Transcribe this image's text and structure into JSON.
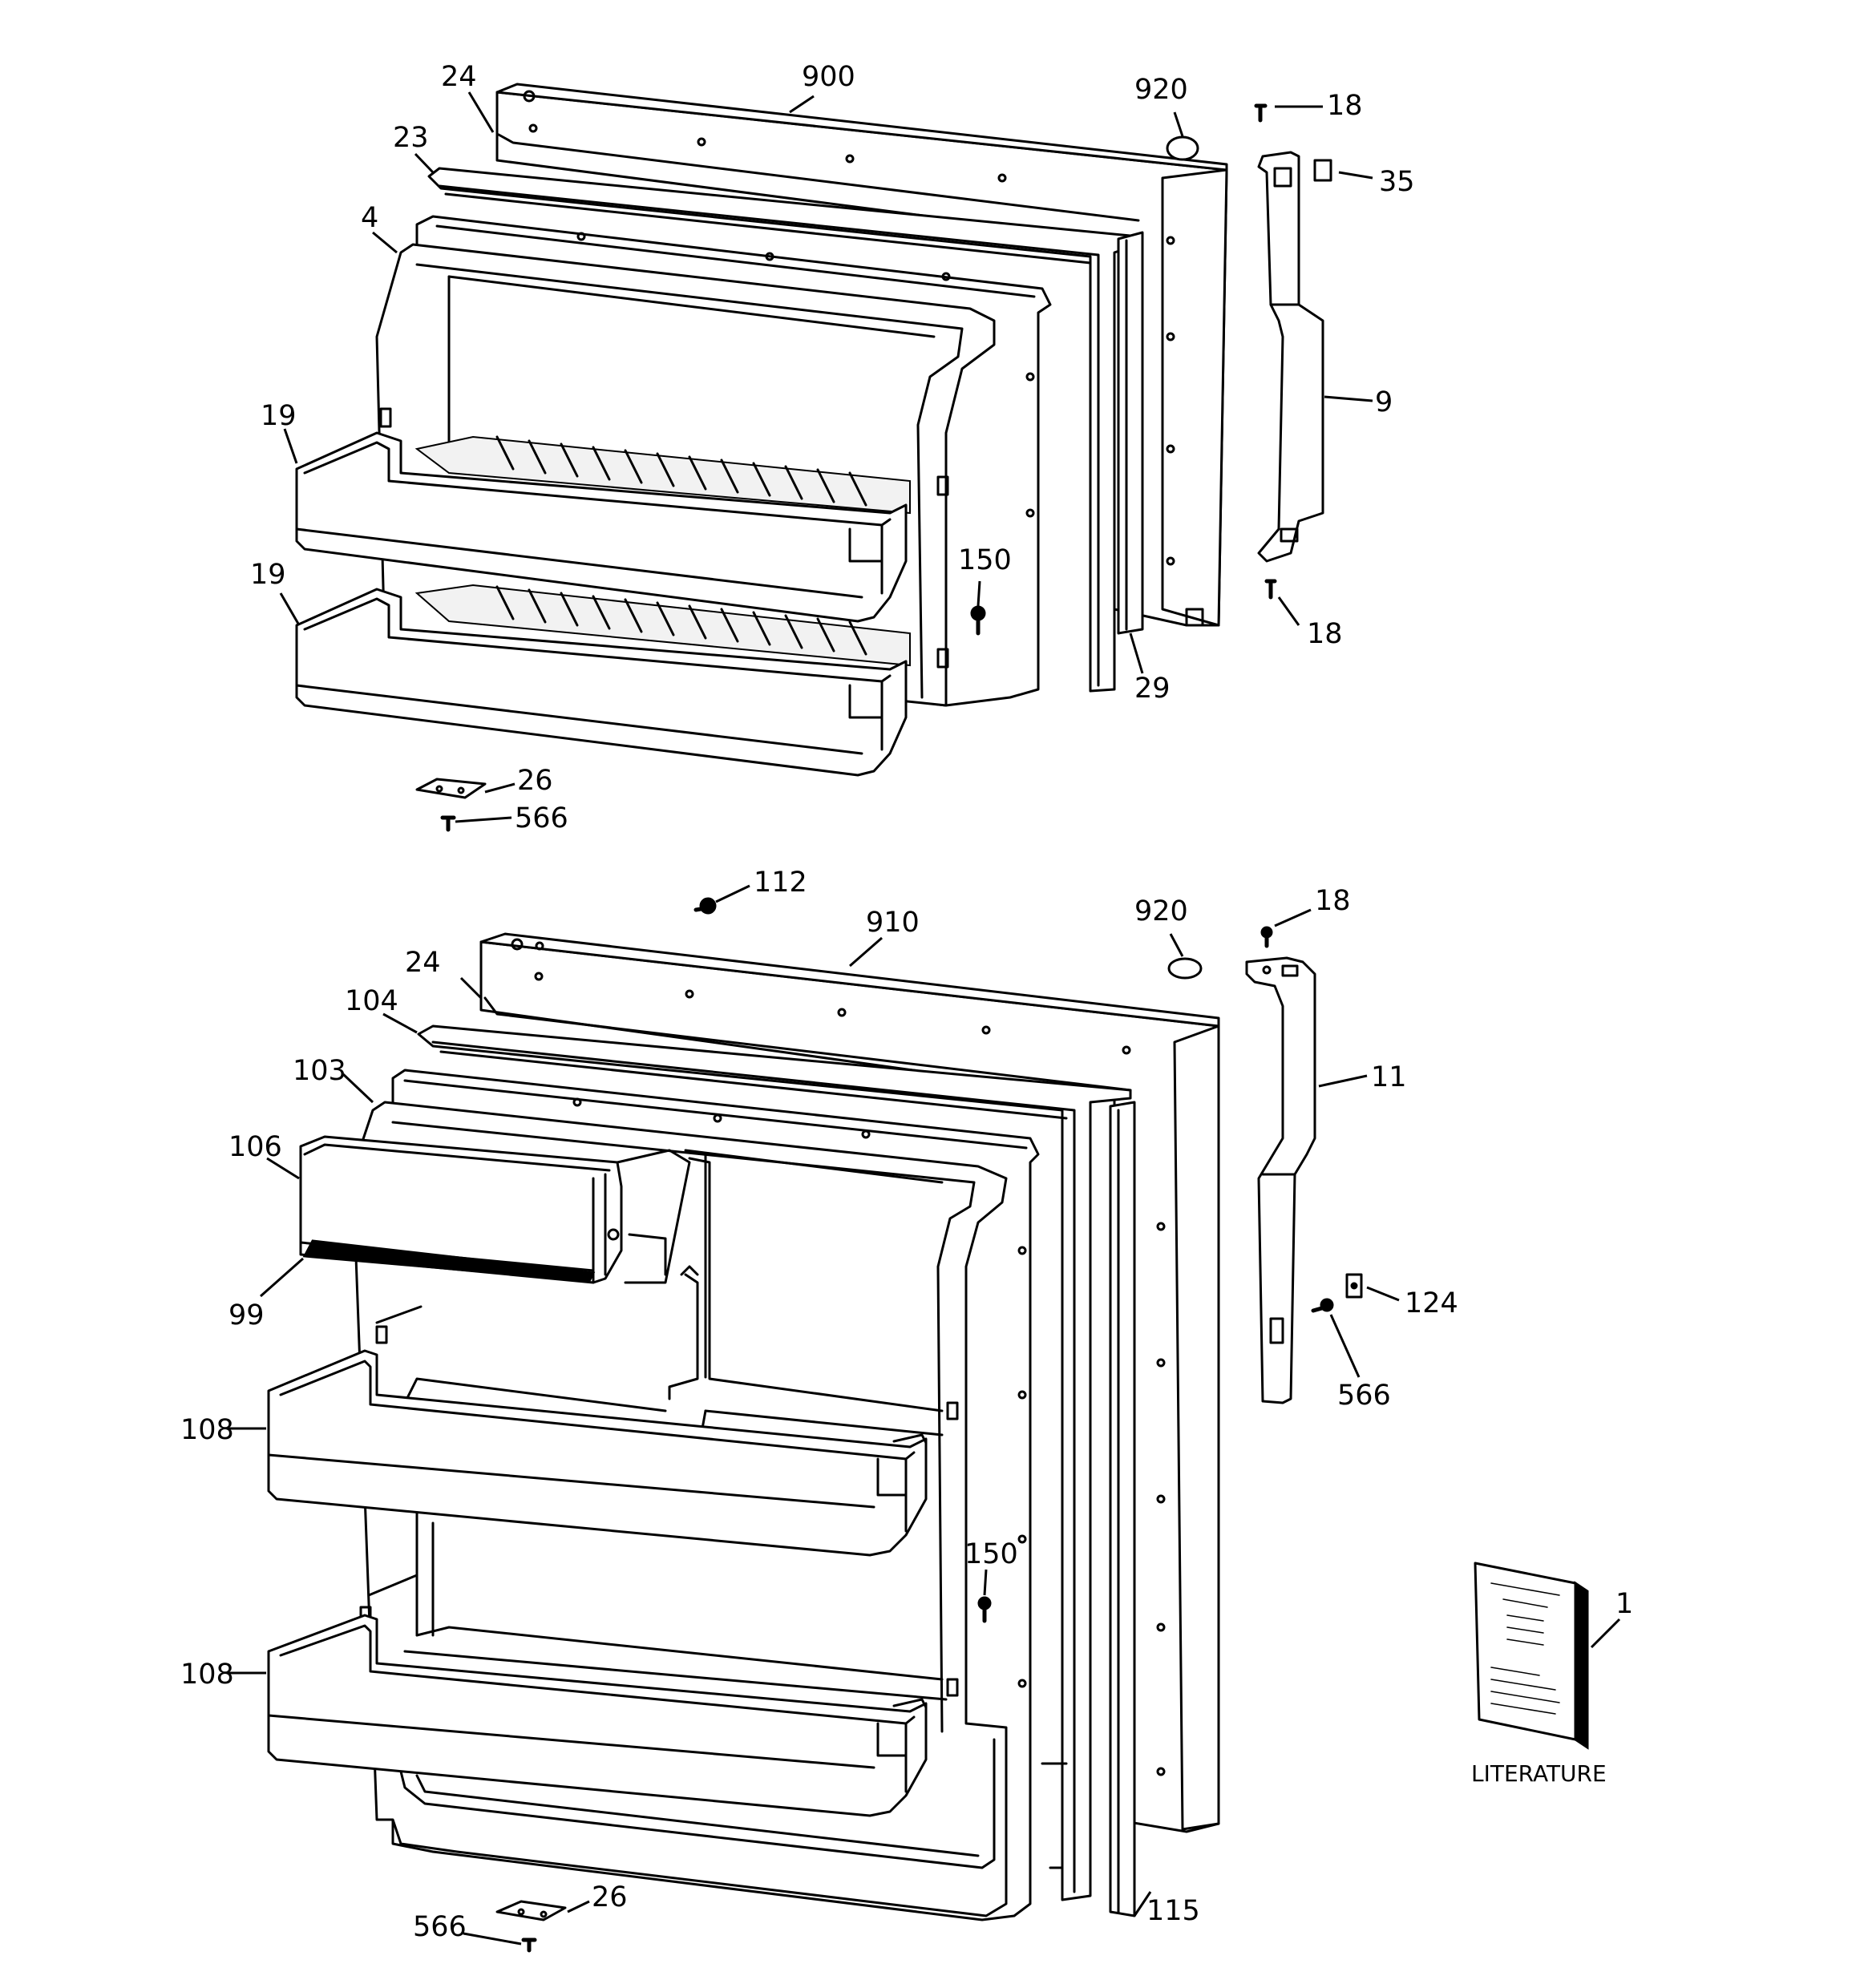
{
  "callouts": {
    "upper_door": {
      "c900": "900",
      "c920": "920",
      "c18_top": "18",
      "c24": "24",
      "c23": "23",
      "c35": "35",
      "c4": "4",
      "c9": "9",
      "c19_a": "19",
      "c19_b": "19",
      "c150": "150",
      "c18_bottom": "18",
      "c29": "29",
      "c26": "26",
      "c566": "566"
    },
    "lower_door": {
      "c112": "112",
      "c920": "920",
      "c18": "18",
      "c910": "910",
      "c24": "24",
      "c104": "104",
      "c11": "11",
      "c103": "103",
      "c106": "106",
      "c124": "124",
      "c99": "99",
      "c566_right": "566",
      "c108_a": "108",
      "c150": "150",
      "c108_b": "108",
      "c1": "1",
      "c115": "115",
      "c26": "26",
      "c566_bottom": "566"
    }
  },
  "literature_label": "LITERATURE"
}
